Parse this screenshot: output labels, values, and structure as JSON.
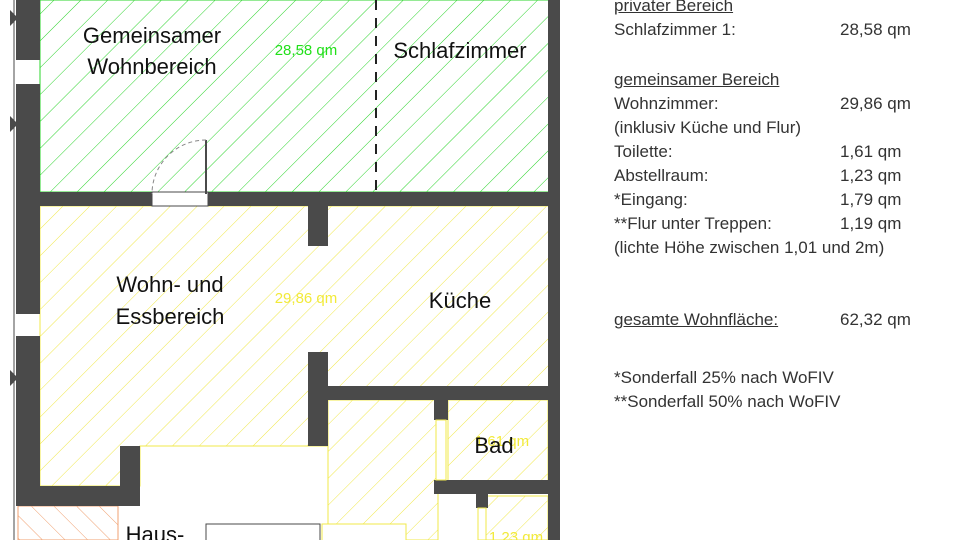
{
  "rooms": {
    "living_shared": {
      "line1": "Gemeinsamer",
      "line2": "Wohnbereich"
    },
    "bedroom": "Schlafzimmer",
    "living_dining": {
      "line1": "Wohn- und",
      "line2": "Essbereich"
    },
    "kitchen": "Küche",
    "bath": "Bad",
    "entrance": "Haus-",
    "area_green": "28,58 qm",
    "area_yellow": "29,86 qm",
    "area_bath_fragment": "1,61 qm",
    "area_storage_fragment": "1,23 qm"
  },
  "colors": {
    "wall": "#4a4a4a",
    "hatch_green": "#2bd42b",
    "hatch_yellow": "#f0e84a",
    "hatch_orange": "#f0a070"
  },
  "legend": {
    "private_heading": "privater Bereich",
    "bedroom1": {
      "label": "Schlafzimmer 1:",
      "value": "28,58 qm"
    },
    "shared_heading": "gemeinsamer Bereich",
    "living": {
      "label": "Wohnzimmer:",
      "value": "29,86 qm"
    },
    "living_note": "(inklusiv Küche und Flur)",
    "toilet": {
      "label": "Toilette:",
      "value": "1,61 qm"
    },
    "storage": {
      "label": "Abstellraum:",
      "value": "1,23 qm"
    },
    "entry": {
      "label": "*Eingang:",
      "value": "1,79 qm"
    },
    "hall_stairs": {
      "label": "**Flur unter Treppen:",
      "value": "1,19 qm"
    },
    "height_note": "(lichte Höhe zwischen 1,01 und 2m)",
    "total": {
      "label": "gesamte Wohnfläche:",
      "value": "62,32 qm"
    },
    "note1": "*Sonderfall 25% nach WoFIV",
    "note2": "**Sonderfall 50% nach WoFIV"
  }
}
